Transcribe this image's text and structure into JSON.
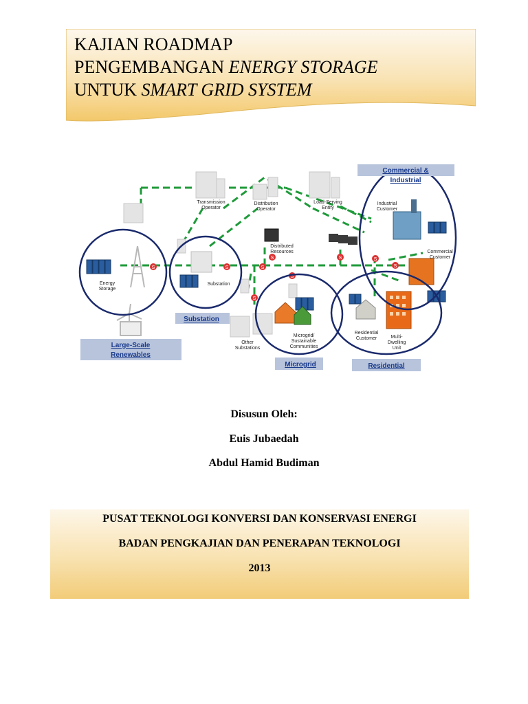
{
  "title": {
    "line1": "KAJIAN ROADMAP",
    "line2_prefix": "PENGEMBANGAN ",
    "line2_italic": "ENERGY STORAGE",
    "line3_prefix": "UNTUK ",
    "line3_italic": "SMART GRID SYSTEM"
  },
  "diagram": {
    "nodes": {
      "transmission_operator": [
        "Transmission",
        "Operator"
      ],
      "distribution_operator": [
        "Distribution",
        "Operator"
      ],
      "load_serving_entity": [
        "Load-Serving",
        "Entity"
      ],
      "industrial_customer": [
        "Industrial",
        "Customer"
      ],
      "distributed_resources": [
        "Distributed",
        "Resources"
      ],
      "commercial_customer": [
        "Commercial",
        "Customer"
      ],
      "energy_storage": [
        "Energy",
        "Storage"
      ],
      "substation": "Substation",
      "other_substations": [
        "Other",
        "Substations"
      ],
      "microgrid_communities": [
        "Microgrid/",
        "Sustainable",
        "Communities"
      ],
      "residential_customer": [
        "Residential",
        "Customer"
      ],
      "multi_dwelling_unit": [
        "Multi-",
        "Dwelling",
        "Unit"
      ]
    },
    "categories": {
      "commercial_industrial": [
        "Commercial &",
        "Industrial"
      ],
      "substation": "Substation",
      "large_scale_renewables": [
        "Large-Scale",
        "Renewables"
      ],
      "microgrid": "Microgrid",
      "residential": "Residential"
    },
    "meter_symbol": "S",
    "colors": {
      "link": "#1f9a3a",
      "circle": "#1a2a6c",
      "label_box": "#b8c4dc",
      "label_text": "#1a3b8c"
    }
  },
  "authors": {
    "heading": "Disusun Oleh:",
    "author1": "Euis Jubaedah",
    "author2": "Abdul Hamid Budiman"
  },
  "institution": {
    "line1": "PUSAT TEKNOLOGI KONVERSI DAN KONSERVASI ENERGI",
    "line2": "BADAN PENGKAJIAN DAN PENERAPAN TEKNOLOGI",
    "year": "2013"
  }
}
